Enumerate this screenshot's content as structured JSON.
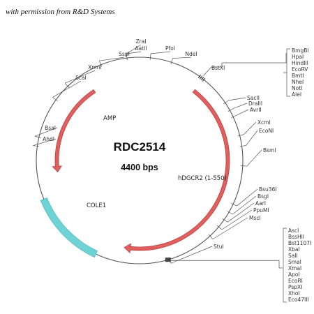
{
  "permission_text": "with permission from R&D Systems",
  "plasmid": {
    "name": "RDC2514",
    "size": "4400 bps"
  },
  "colors": {
    "backbone": "#555555",
    "arrow": "#e06060",
    "arrow_stroke": "#b84040",
    "origin": "#6fd3d6",
    "origin_stroke": "#3ab0b4"
  },
  "features": [
    {
      "id": "amp",
      "label": "AMP",
      "start_deg": 327,
      "end_deg": 262,
      "direction": "ccw"
    },
    {
      "id": "hdgcr2",
      "label": "hDGCR2 (1-550)",
      "start_deg": 38,
      "end_deg": 190,
      "direction": "cw"
    },
    {
      "id": "cole1",
      "label": "COLE1",
      "start_deg": 248,
      "end_deg": 205
    }
  ],
  "sites": [
    {
      "label": "ZraI",
      "deg": 353
    },
    {
      "label": "AatII",
      "deg": 353
    },
    {
      "label": "PfoI",
      "deg": 6
    },
    {
      "label": "NdeI",
      "deg": 18
    },
    {
      "label": "SspI",
      "deg": 338
    },
    {
      "label": "XmnI",
      "deg": 316
    },
    {
      "label": "ScaI",
      "deg": 306
    },
    {
      "label": "BsaI",
      "deg": 283
    },
    {
      "label": "AhdI",
      "deg": 278
    },
    {
      "label": "SacII",
      "deg": 56
    },
    {
      "label": "DraIII",
      "deg": 61
    },
    {
      "label": "AvrII",
      "deg": 65
    },
    {
      "label": "XcmI",
      "deg": 76
    },
    {
      "label": "EcoNI",
      "deg": 82
    },
    {
      "label": "BsmI",
      "deg": 93
    },
    {
      "label": "Bsu36I",
      "deg": 115
    },
    {
      "label": "BsgI",
      "deg": 120
    },
    {
      "label": "AarI",
      "deg": 125
    },
    {
      "label": "PpuMI",
      "deg": 130
    },
    {
      "label": "MscI",
      "deg": 137
    },
    {
      "label": "StuI",
      "deg": 163
    }
  ],
  "cluster_top": {
    "label": "BstXI",
    "sites": [
      "BmgBI",
      "HpaI",
      "HindIII",
      "EcoRV",
      "BmtI",
      "NheI",
      "NotI",
      "AleI"
    ]
  },
  "cluster_bottom": {
    "sites": [
      "AscI",
      "BssHII",
      "Bst1107I",
      "XbaI",
      "SalI",
      "SmaI",
      "XmaI",
      "ApoI",
      "EcoRI",
      "PspXI",
      "XhoI",
      "Eco47III"
    ]
  }
}
